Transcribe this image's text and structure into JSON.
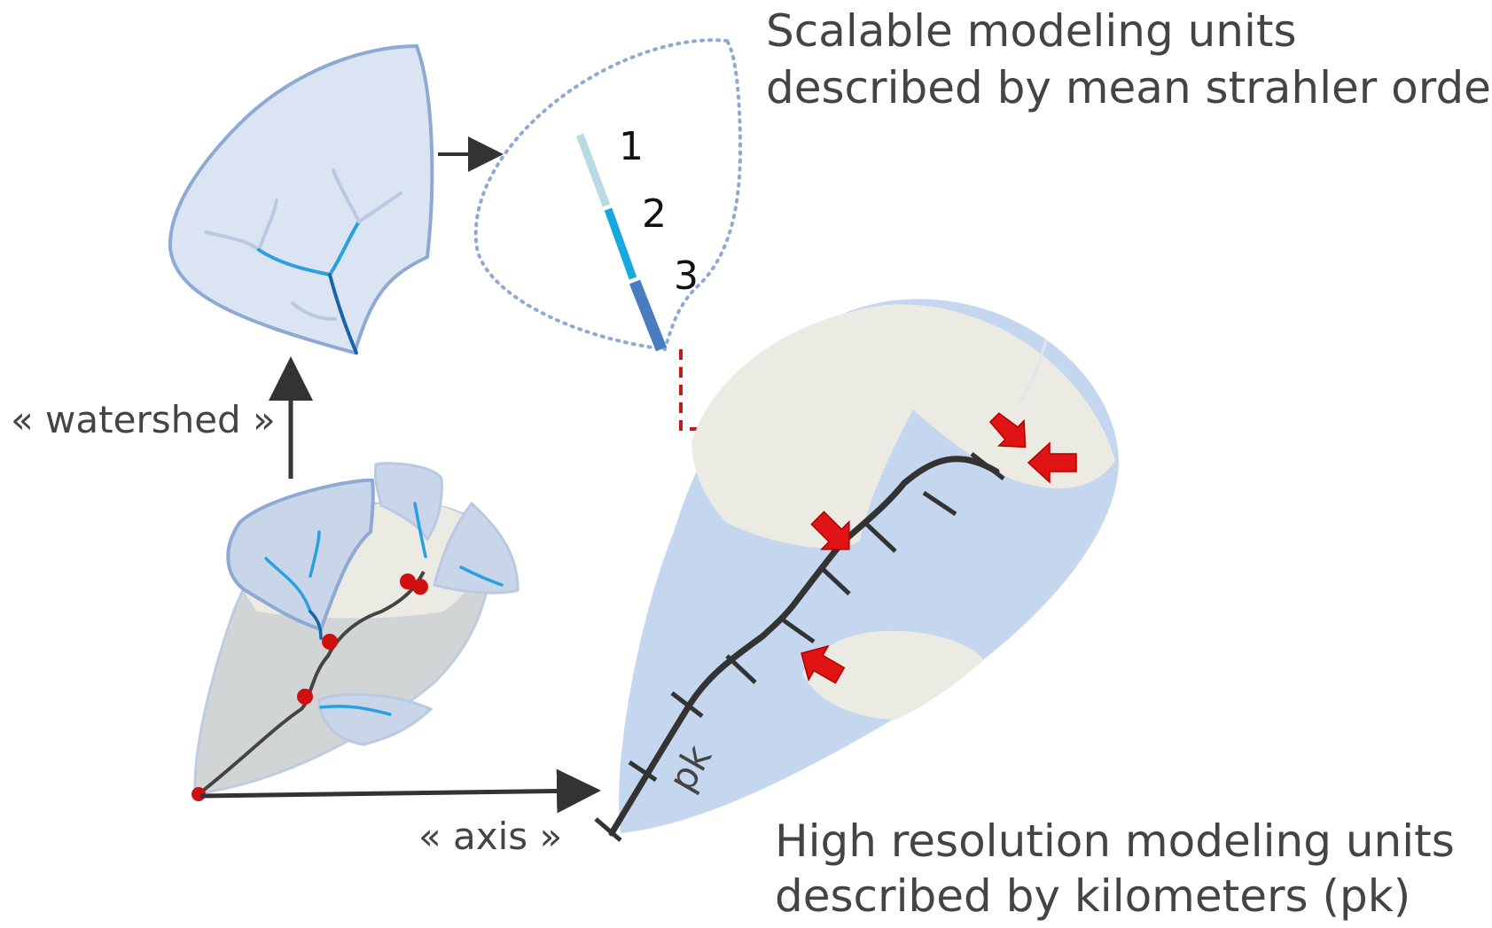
{
  "captions": {
    "scalable_line1": "Scalable modeling units",
    "scalable_line2": "described by mean strahler orders",
    "highres_line1": "High resolution modeling units",
    "highres_line2": "described by kilometers (pk)"
  },
  "labels": {
    "watershed": "« watershed »",
    "axis": "« axis »",
    "pk": "pk"
  },
  "strahler_orders": [
    "1",
    "2",
    "3"
  ],
  "colors": {
    "watershed_fill": "#dae4f2",
    "watershed_stroke": "#8eaad4",
    "domain_fill": "#c5d7ef",
    "valley_fill": "#ecebe3",
    "axis_line": "#333333",
    "marker_red": "#e01414",
    "dashed_red": "#c41a1a",
    "order1": "#b8dbe6",
    "order2": "#17a8e0",
    "order3": "#4a7cc0",
    "text": "#444444"
  },
  "icons": [
    "arrow-right-icon",
    "arrow-up-icon",
    "red-arrow-icon",
    "outlet-point-icon"
  ]
}
